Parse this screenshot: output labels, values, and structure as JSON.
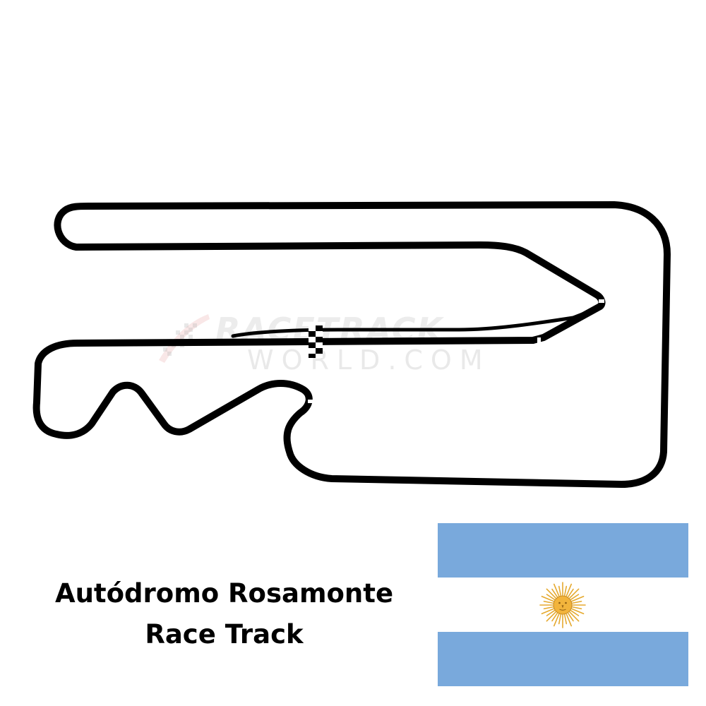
{
  "map": {
    "title_line1": "Autódromo Rosamonte",
    "title_line2": "Race Track"
  },
  "watermark": {
    "line1": "RACETRACK",
    "line2": "WORLD.COM"
  },
  "flag": {
    "country": "Argentina",
    "stripe_color": "#79A9DC",
    "sun_color": "#F2B43C"
  },
  "colors": {
    "track": "#000000",
    "background": "#FFFFFF"
  }
}
